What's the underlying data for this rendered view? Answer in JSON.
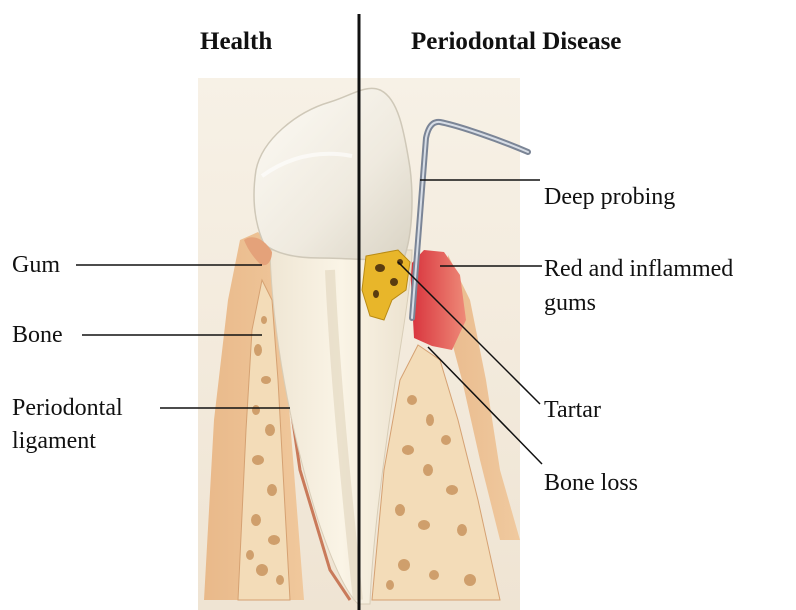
{
  "titles": {
    "left": "Health",
    "right": "Periodontal Disease"
  },
  "labels": {
    "gum": "Gum",
    "bone": "Bone",
    "periodontal_ligament_line1": "Periodontal",
    "periodontal_ligament_line2": "ligament",
    "deep_probing": "Deep probing",
    "red_gums_line1": "Red and inflammed",
    "red_gums_line2": "gums",
    "tartar": "Tartar",
    "bone_loss": "Bone loss"
  }
}
